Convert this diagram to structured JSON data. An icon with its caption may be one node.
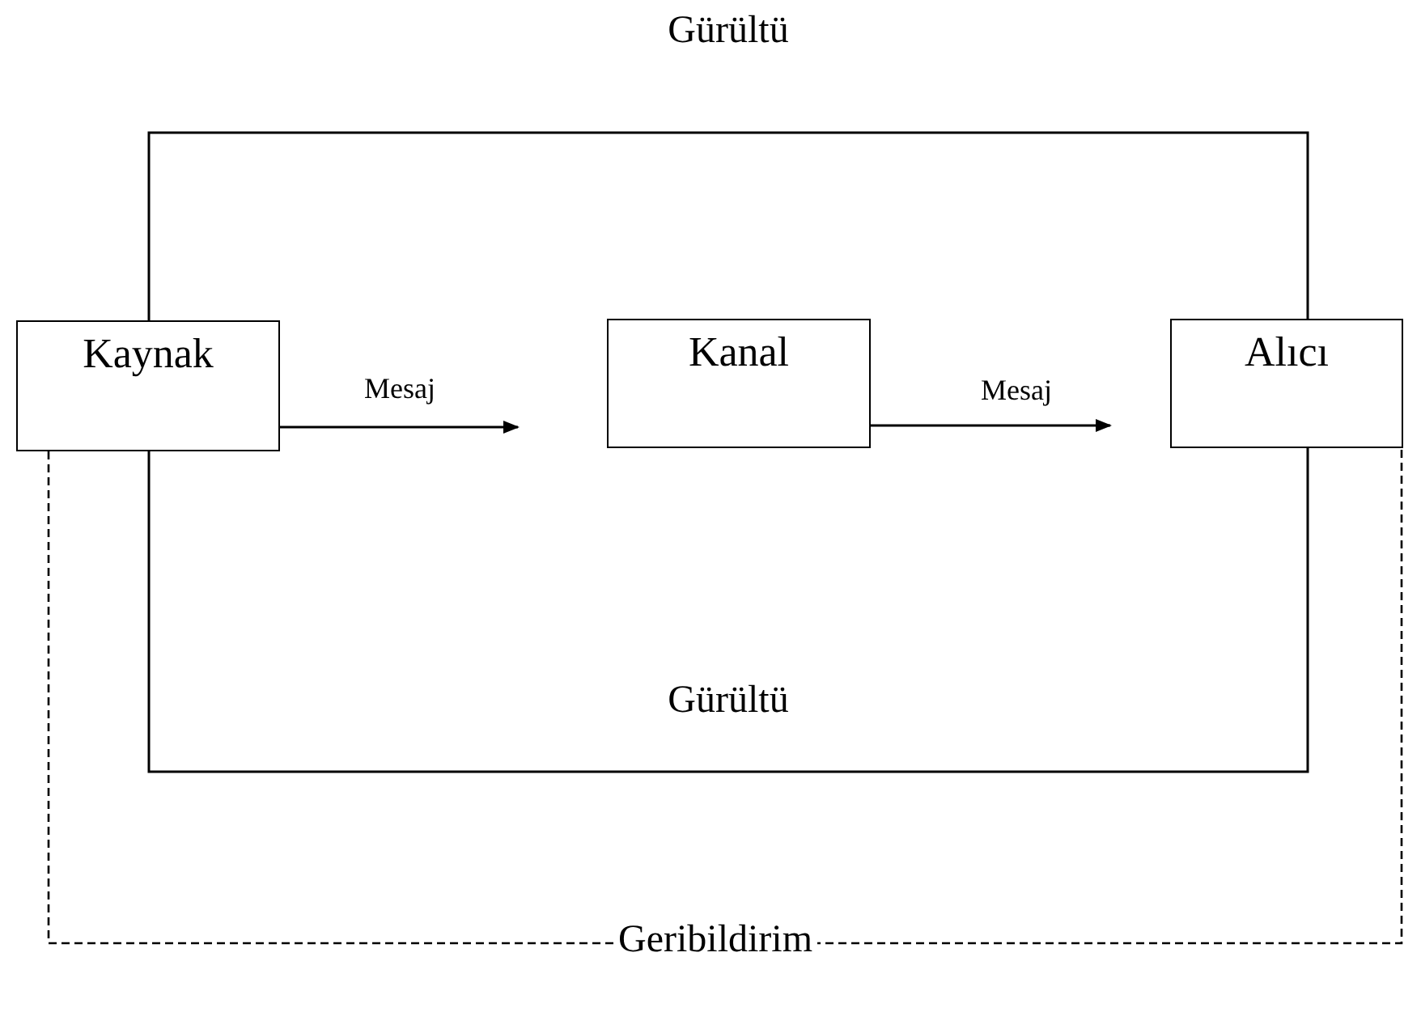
{
  "diagram": {
    "nodes": [
      {
        "text": [
          "Kaynak"
        ]
      },
      {
        "text": [
          "Kanal"
        ]
      },
      {
        "text": [
          "Alıcı"
        ]
      }
    ],
    "edges": [
      {
        "from": 0,
        "to": null,
        "arrow": "to",
        "label": "Mesaj"
      },
      {
        "from": 1,
        "to": null,
        "arrow": "to",
        "label": "Mesaj"
      },
      {
        "from": 0,
        "to": 2,
        "arrow": "none",
        "label": "Gürültü"
      },
      {
        "from": 0,
        "to": 2,
        "arrow": "none",
        "label": "Gürültü"
      },
      {
        "from": 0,
        "to": 2,
        "arrow": "none",
        "label": "Geribildirim",
        "style": "dashed"
      }
    ]
  }
}
